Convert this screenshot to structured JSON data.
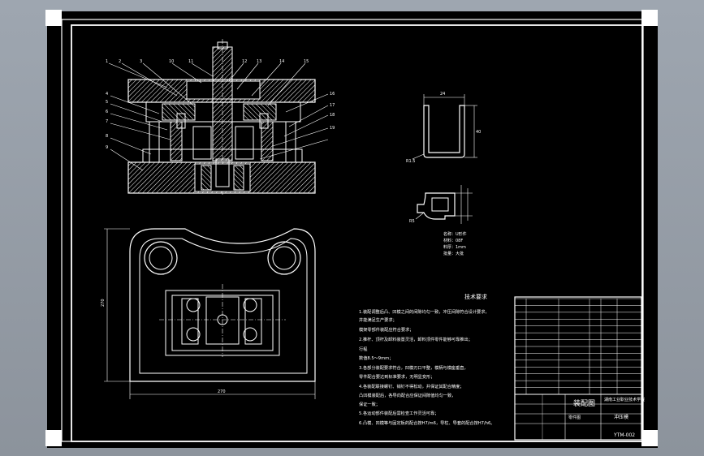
{
  "drawing": {
    "tech_req": {
      "title": "技术要求",
      "lines": [
        "1.装配调整后凸、凹模之间的间隙均匀一致，冲压间隙符合设计要求，",
        "  并能满足生产要求；",
        "  模架零部件装配应符合要求；",
        "2.推杆、顶杆及卸料装置灵活，卸料顶件零件能够可靠推出；",
        "  行程",
        "  数值8.5～9mm；",
        "3.各部分装配要求符合，凹模刃口平整，模柄与模座垂直，",
        "  零件配合要达到标准要求，无明显变形；",
        "4.各装配联接螺钉、销钉不得松动，并保证其配合精度；",
        "  凸凹模装配后，各导向配合应保证间隙值均匀一致，",
        "  保证一致；",
        "5.各运动部件装配后需检查工作灵活可靠；",
        "6.凸模、凹模等与固定板的配合按H7/m6，导柱、导套的配合按H7/h6。"
      ]
    },
    "title_block": {
      "drawing_title": "装配图",
      "school": "湖南工业职业技术学院",
      "part_name": "冲压模",
      "designer_label": "零件图",
      "drawing_number": "YTM-002",
      "bom_rows": 14
    },
    "part_notes": [
      "名称：U形件",
      "材料：08F",
      "料厚：1mm",
      "批量：大批"
    ],
    "dimensions": {
      "plan_width": "270",
      "plan_height": "270",
      "part_width": "24",
      "part_height": "40",
      "part_radius": "R1.5",
      "part2_radius": "R5"
    },
    "item_numbers": [
      "1",
      "2",
      "3",
      "4",
      "5",
      "6",
      "7",
      "8",
      "9",
      "10",
      "11",
      "12",
      "13",
      "14",
      "15",
      "16",
      "17",
      "18",
      "19"
    ]
  }
}
